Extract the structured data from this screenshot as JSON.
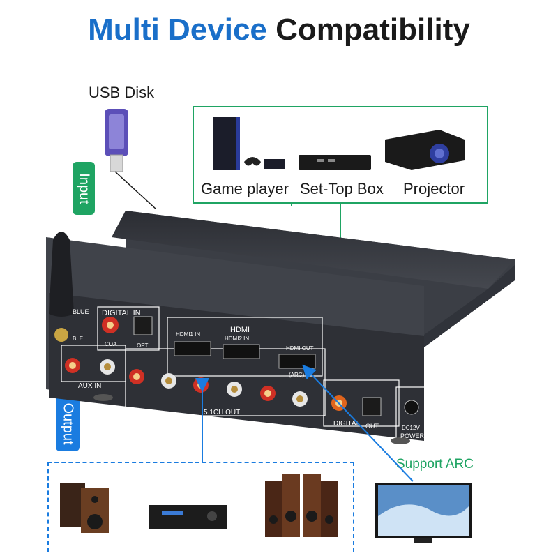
{
  "title": {
    "part1": "Multi Device",
    "part2": "Compatibility"
  },
  "inputs": {
    "usb_disk": "USB Disk",
    "game_player": "Game player",
    "set_top_box": "Set-Top Box",
    "projector": "Projector"
  },
  "tags": {
    "input": "Input",
    "output": "Output",
    "support_arc": "Support ARC"
  },
  "panel": {
    "digital_in": "DIGITAL  IN",
    "coa": "COA",
    "opt": "OPT",
    "blue": "BLUE",
    "ble": "BLE",
    "hdmi": "HDMI",
    "hdmi1_in": "HDMI1  IN",
    "hdmi2_in": "HDMI2  IN",
    "hdmi_out": "HDMI OUT",
    "arc": "(ARC)",
    "aux_in": "AUX IN",
    "out_51": "5.1CH OUT",
    "digital_out": "DIGITAL",
    "opt_out": "OUT",
    "power": "POWER",
    "dc12v": "DC12V"
  },
  "colors": {
    "accent_blue": "#1a6fc9",
    "accent_green": "#1fa463",
    "device_body": "#3b3e45"
  }
}
